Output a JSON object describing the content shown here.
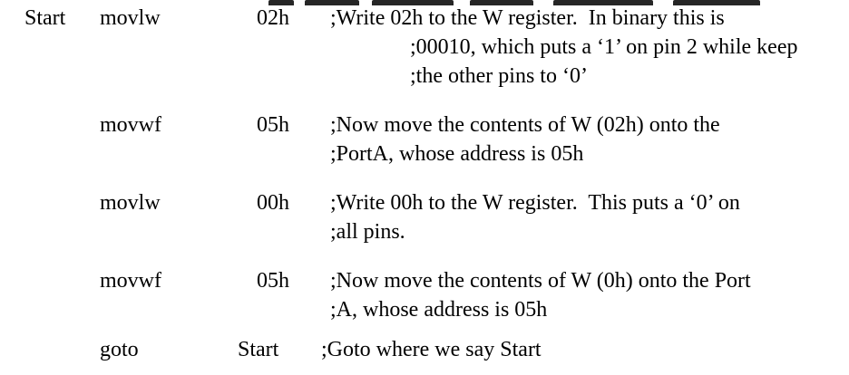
{
  "code": {
    "label": "Start",
    "rows": [
      {
        "instruction": "movlw",
        "operand": "02h",
        "comment": [
          ";Write 02h to the W register.  In binary this is",
          ";00010, which puts a ‘1’ on pin 2 while keep",
          ";the other pins to ‘0’"
        ]
      },
      {
        "instruction": "movwf",
        "operand": "05h",
        "comment": [
          ";Now move the contents of W (02h) onto the",
          ";PortA, whose address is 05h"
        ]
      },
      {
        "instruction": "movlw",
        "operand": "00h",
        "comment": [
          ";Write 00h to the W register.  This puts a ‘0’ on",
          ";all pins."
        ]
      },
      {
        "instruction": "movwf",
        "operand": "05h",
        "comment": [
          ";Now move the contents of W (0h) onto the Port",
          ";A, whose address is 05h"
        ]
      },
      {
        "instruction": "goto",
        "operand": "Start",
        "comment": [
          ";Goto where we say Start"
        ]
      }
    ]
  }
}
